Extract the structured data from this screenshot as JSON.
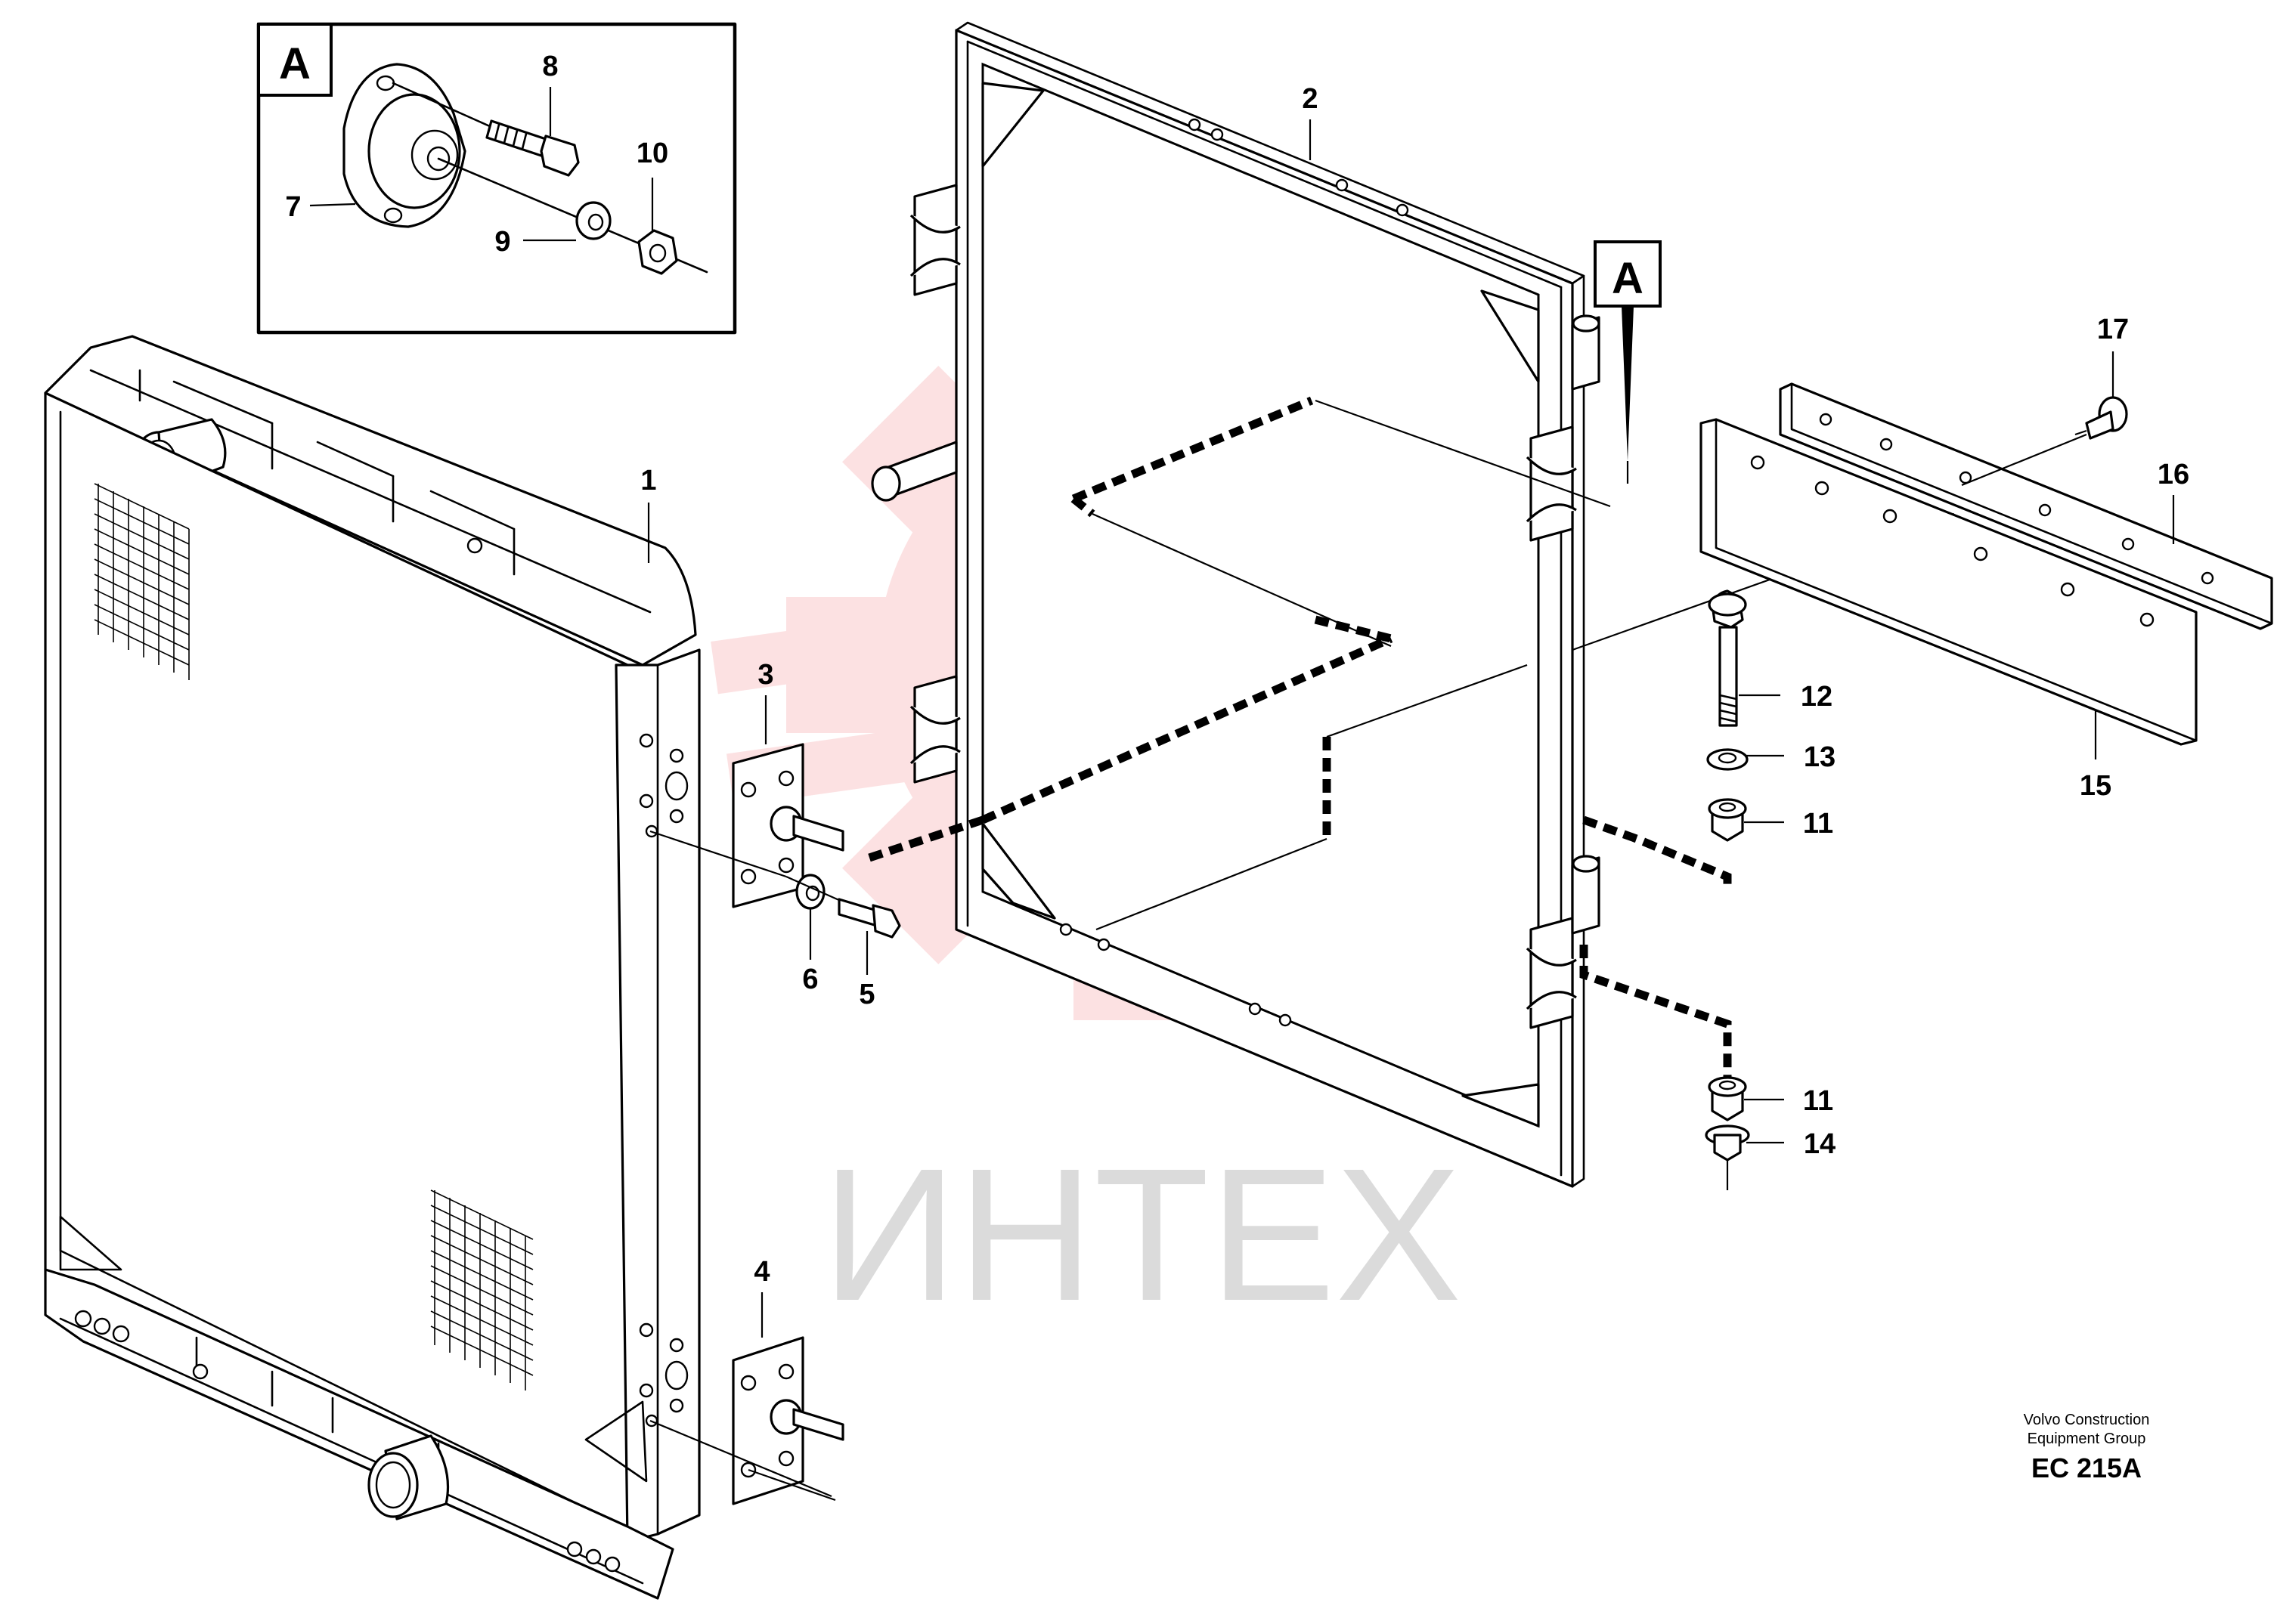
{
  "watermark": {
    "text": "ИНТЕХ",
    "logo_color": "#e9232b",
    "text_color": "#cfcfcf"
  },
  "detail_box": {
    "label": "A"
  },
  "reference_marker": {
    "label": "A"
  },
  "callouts": {
    "c1": "1",
    "c2": "2",
    "c3": "3",
    "c4": "4",
    "c5": "5",
    "c6": "6",
    "c7": "7",
    "c8": "8",
    "c9": "9",
    "c10": "10",
    "c11a": "11",
    "c11b": "11",
    "c12": "12",
    "c13": "13",
    "c14": "14",
    "c15": "15",
    "c16": "16",
    "c17": "17"
  },
  "credit": {
    "line1": "Volvo Construction",
    "line2": "Equipment Group",
    "code": "EC 215A"
  }
}
